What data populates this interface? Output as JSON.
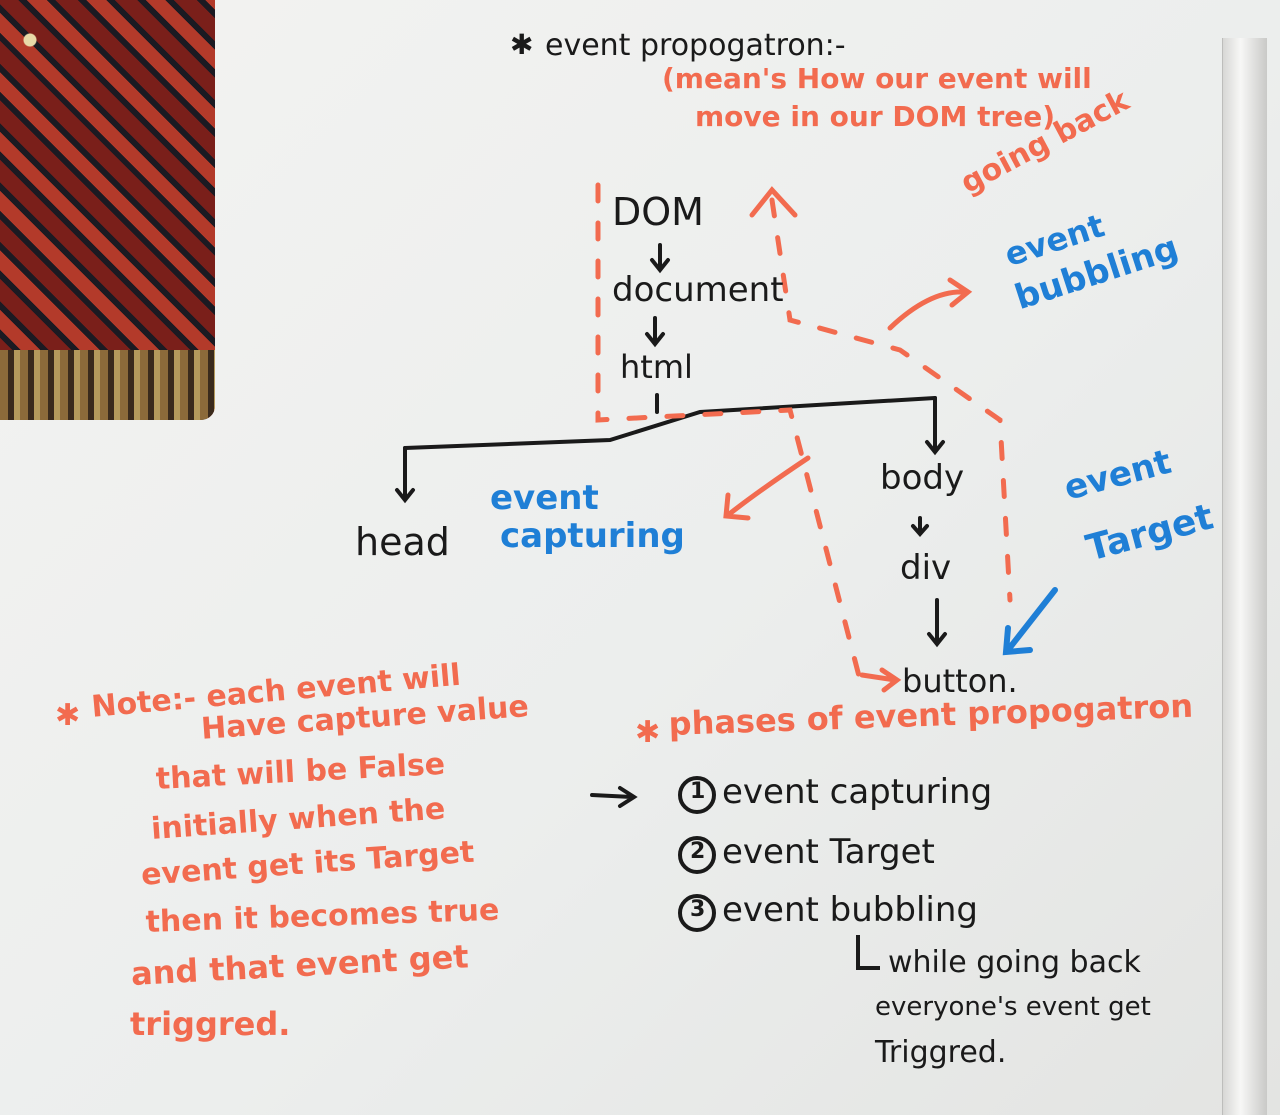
{
  "heading": "event propogatron:-",
  "meaning_line1": "(mean's How our event will",
  "meaning_line2": "move in our DOM tree)",
  "tree": {
    "dom": "DOM",
    "document": "document",
    "html": "html",
    "head": "head",
    "body": "body",
    "div": "div",
    "button": "button."
  },
  "labels": {
    "going_back": "going back",
    "event_bubbling": [
      "event",
      "bubbling"
    ],
    "event_capturing": [
      "event",
      "capturing"
    ],
    "event_target": [
      "event",
      "Target"
    ]
  },
  "note": [
    "Note:- each event will",
    "Have capture value",
    "that will be False",
    "initially when the",
    "event get its Target",
    "then it becomes true",
    "and that event get",
    "triggred."
  ],
  "phases_title": "phases of event propogatron",
  "phases": [
    "event capturing",
    "event Target",
    "event bubbling"
  ],
  "phase_numbers": [
    "1",
    "2",
    "3"
  ],
  "bubbling_note": [
    "while going back",
    "everyone's event get",
    "Triggred."
  ],
  "colors": {
    "marker_black": "#1a1a1a",
    "marker_orange": "#f26b4f",
    "marker_blue": "#1f7fd6",
    "board": "#f0f1ef"
  }
}
